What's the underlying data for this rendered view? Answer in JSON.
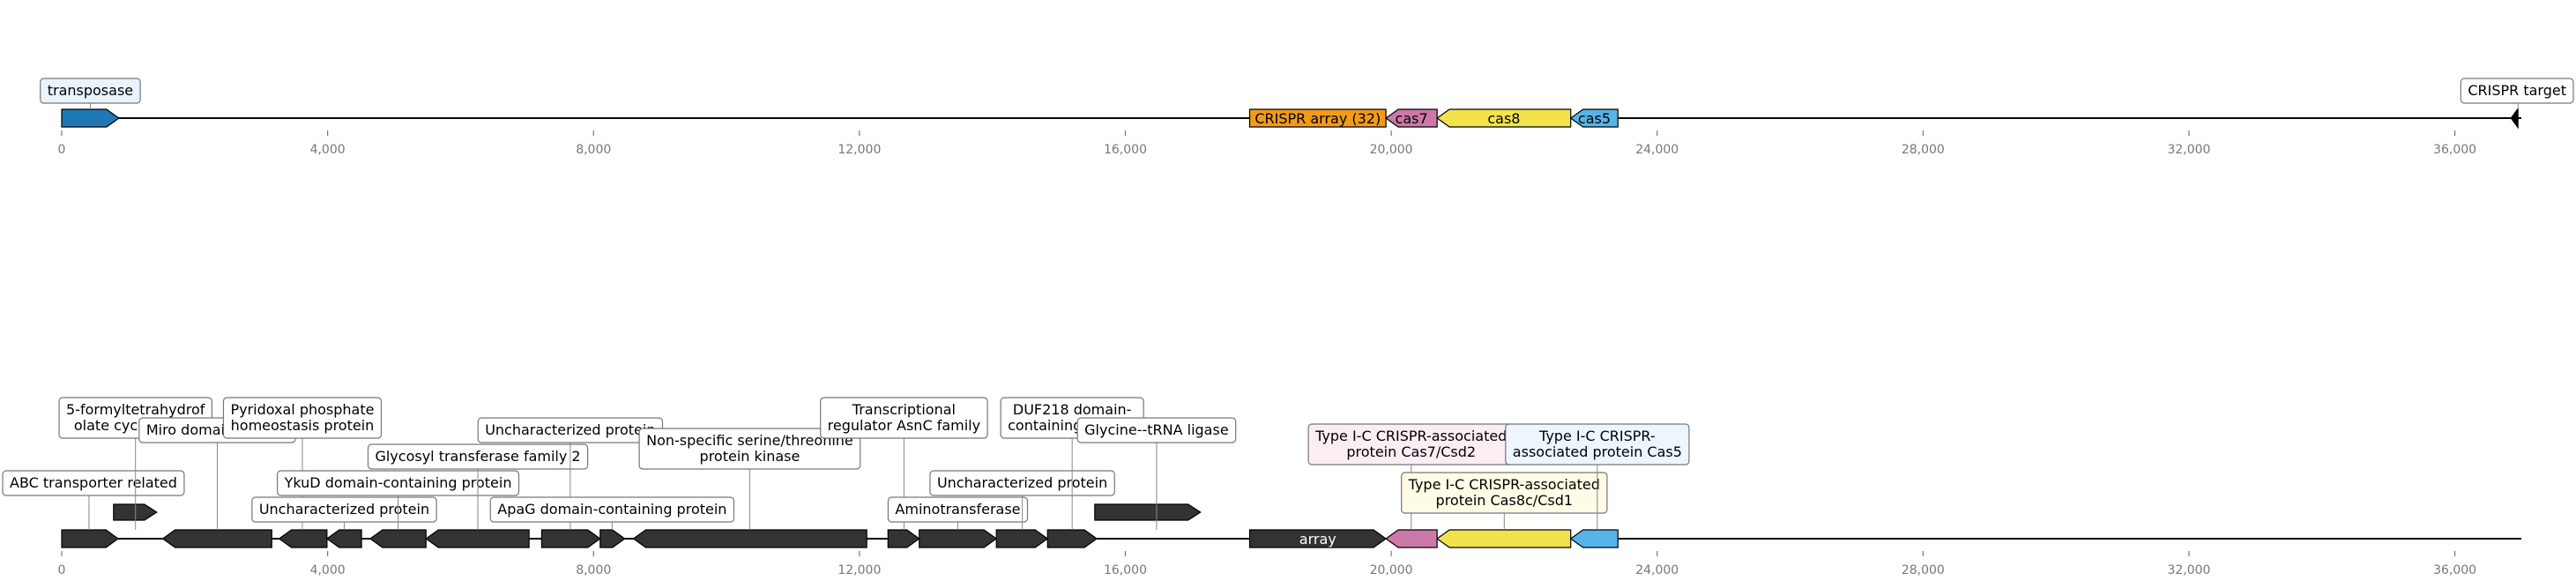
{
  "axis": {
    "min": 0,
    "max": 37000,
    "ticks": [
      {
        "value": 0,
        "label": "0"
      },
      {
        "value": 4000,
        "label": "4,000"
      },
      {
        "value": 8000,
        "label": "8,000"
      },
      {
        "value": 12000,
        "label": "12,000"
      },
      {
        "value": 16000,
        "label": "16,000"
      },
      {
        "value": 20000,
        "label": "20,000"
      },
      {
        "value": 24000,
        "label": "24,000"
      },
      {
        "value": 28000,
        "label": "28,000"
      },
      {
        "value": 32000,
        "label": "32,000"
      },
      {
        "value": 36000,
        "label": "36,000"
      }
    ]
  },
  "colors": {
    "dark_gene": "#333333",
    "transposase": "#1f77b4",
    "crispr_array": "#f29b18",
    "cas7": "#cc78a8",
    "cas8": "#f2e34c",
    "cas5": "#56b4e9"
  },
  "track1": {
    "features": [
      {
        "id": "transposase",
        "start": 0,
        "end": 860,
        "strand": 1,
        "color": "#1f77b4"
      },
      {
        "id": "crispr-array",
        "start": 17870,
        "end": 19920,
        "strand": 0,
        "color": "#f29b18",
        "text": "CRISPR array (32)"
      },
      {
        "id": "cas7",
        "start": 19920,
        "end": 20690,
        "strand": -1,
        "color": "#cc78a8",
        "text": "cas7"
      },
      {
        "id": "cas8",
        "start": 20690,
        "end": 22700,
        "strand": -1,
        "color": "#f2e34c",
        "text": "cas8"
      },
      {
        "id": "cas5",
        "start": 22700,
        "end": 23410,
        "strand": -1,
        "color": "#56b4e9",
        "text": "cas5"
      }
    ],
    "labels": [
      {
        "id": "transposase",
        "text": "transposase",
        "anchor": 430,
        "align": "center",
        "fill": "#eaf3fb"
      },
      {
        "id": "crispr-target",
        "text": "CRISPR target",
        "anchor": 36950,
        "align": "center",
        "fill": "#ffffff"
      }
    ],
    "target_marker": 36950
  },
  "track2": {
    "features": [
      {
        "start": 0,
        "end": 850,
        "strand": 1,
        "color": "#333333"
      },
      {
        "start": 780,
        "end": 1430,
        "strand": 1,
        "color": "#333333"
      },
      {
        "start": 1520,
        "end": 3160,
        "strand": -1,
        "color": "#333333"
      },
      {
        "start": 3270,
        "end": 3990,
        "strand": -1,
        "color": "#333333"
      },
      {
        "start": 3990,
        "end": 4510,
        "strand": -1,
        "color": "#333333"
      },
      {
        "start": 4640,
        "end": 5480,
        "strand": -1,
        "color": "#333333"
      },
      {
        "start": 5480,
        "end": 7030,
        "strand": -1,
        "color": "#333333"
      },
      {
        "start": 7220,
        "end": 8100,
        "strand": 1,
        "color": "#333333"
      },
      {
        "start": 8100,
        "end": 8470,
        "strand": 1,
        "color": "#333333"
      },
      {
        "start": 8600,
        "end": 12110,
        "strand": -1,
        "color": "#333333"
      },
      {
        "start": 12430,
        "end": 12900,
        "strand": 1,
        "color": "#333333"
      },
      {
        "start": 12900,
        "end": 14060,
        "strand": 1,
        "color": "#333333"
      },
      {
        "start": 14060,
        "end": 14830,
        "strand": 1,
        "color": "#333333"
      },
      {
        "start": 14830,
        "end": 15570,
        "strand": 1,
        "color": "#333333"
      },
      {
        "start": 15540,
        "end": 17130,
        "strand": 1,
        "color": "#333333"
      },
      {
        "start": 17870,
        "end": 19920,
        "strand": 1,
        "color": "#333333",
        "text": "array",
        "text_color": "#ffffff"
      },
      {
        "start": 19920,
        "end": 20690,
        "strand": -1,
        "color": "#cc78a8"
      },
      {
        "start": 20690,
        "end": 22700,
        "strand": -1,
        "color": "#f2e34c"
      },
      {
        "start": 22700,
        "end": 23410,
        "strand": -1,
        "color": "#56b4e9"
      }
    ],
    "labels": [
      {
        "text": [
          "ABC transporter related"
        ],
        "anchor": 410,
        "row": 1,
        "fill": "#ffffff"
      },
      {
        "text": [
          "5-formyltetrahydrof",
          "olate cyclo-ligase"
        ],
        "anchor": 1110,
        "row": 4,
        "fill": "#ffffff"
      },
      {
        "text": [
          "Miro domain protein"
        ],
        "anchor": 2340,
        "row": 3,
        "fill": "#ffffff"
      },
      {
        "text": [
          "Pyridoxal phosphate",
          "homeostasis protein"
        ],
        "anchor": 3620,
        "row": 4,
        "fill": "#ffffff"
      },
      {
        "text": [
          "Uncharacterized protein"
        ],
        "anchor": 4250,
        "row": 0,
        "fill": "#ffffff"
      },
      {
        "text": [
          "YkuD domain-containing protein"
        ],
        "anchor": 5060,
        "row": 1,
        "fill": "#ffffff"
      },
      {
        "text": [
          "Glycosyl transferase family 2"
        ],
        "anchor": 6260,
        "row": 2,
        "fill": "#ffffff"
      },
      {
        "text": [
          "Uncharacterized protein"
        ],
        "anchor": 7650,
        "row": 3,
        "fill": "#ffffff"
      },
      {
        "text": [
          "ApaG domain-containing protein"
        ],
        "anchor": 8280,
        "row": 0,
        "fill": "#ffffff"
      },
      {
        "text": [
          "Non-specific serine/threonine",
          "protein kinase"
        ],
        "anchor": 10350,
        "row": 2,
        "fill": "#ffffff"
      },
      {
        "text": [
          "Transcriptional",
          "regulator AsnC family"
        ],
        "anchor": 12670,
        "row": 4,
        "fill": "#ffffff"
      },
      {
        "text": [
          "Aminotransferase"
        ],
        "anchor": 13480,
        "row": 0,
        "fill": "#ffffff"
      },
      {
        "text": [
          "Uncharacterized protein"
        ],
        "anchor": 14450,
        "row": 1,
        "fill": "#ffffff"
      },
      {
        "text": [
          "DUF218 domain-",
          "containing protein"
        ],
        "anchor": 15200,
        "row": 4,
        "fill": "#ffffff"
      },
      {
        "text": [
          "Glycine--tRNA ligase"
        ],
        "anchor": 16470,
        "row": 3,
        "fill": "#ffffff"
      },
      {
        "text": [
          "Type I-C CRISPR-associated",
          "protein Cas7/Csd2"
        ],
        "anchor": 20300,
        "row": 3,
        "fill": "#faedf4"
      },
      {
        "text": [
          "Type I-C CRISPR-associated",
          "protein Cas8c/Csd1"
        ],
        "anchor": 21700,
        "row": 1,
        "fill": "#fefbe6"
      },
      {
        "text": [
          "Type I-C CRISPR-",
          "associated protein Cas5"
        ],
        "anchor": 23100,
        "row": 3,
        "fill": "#edf6fc"
      }
    ]
  }
}
